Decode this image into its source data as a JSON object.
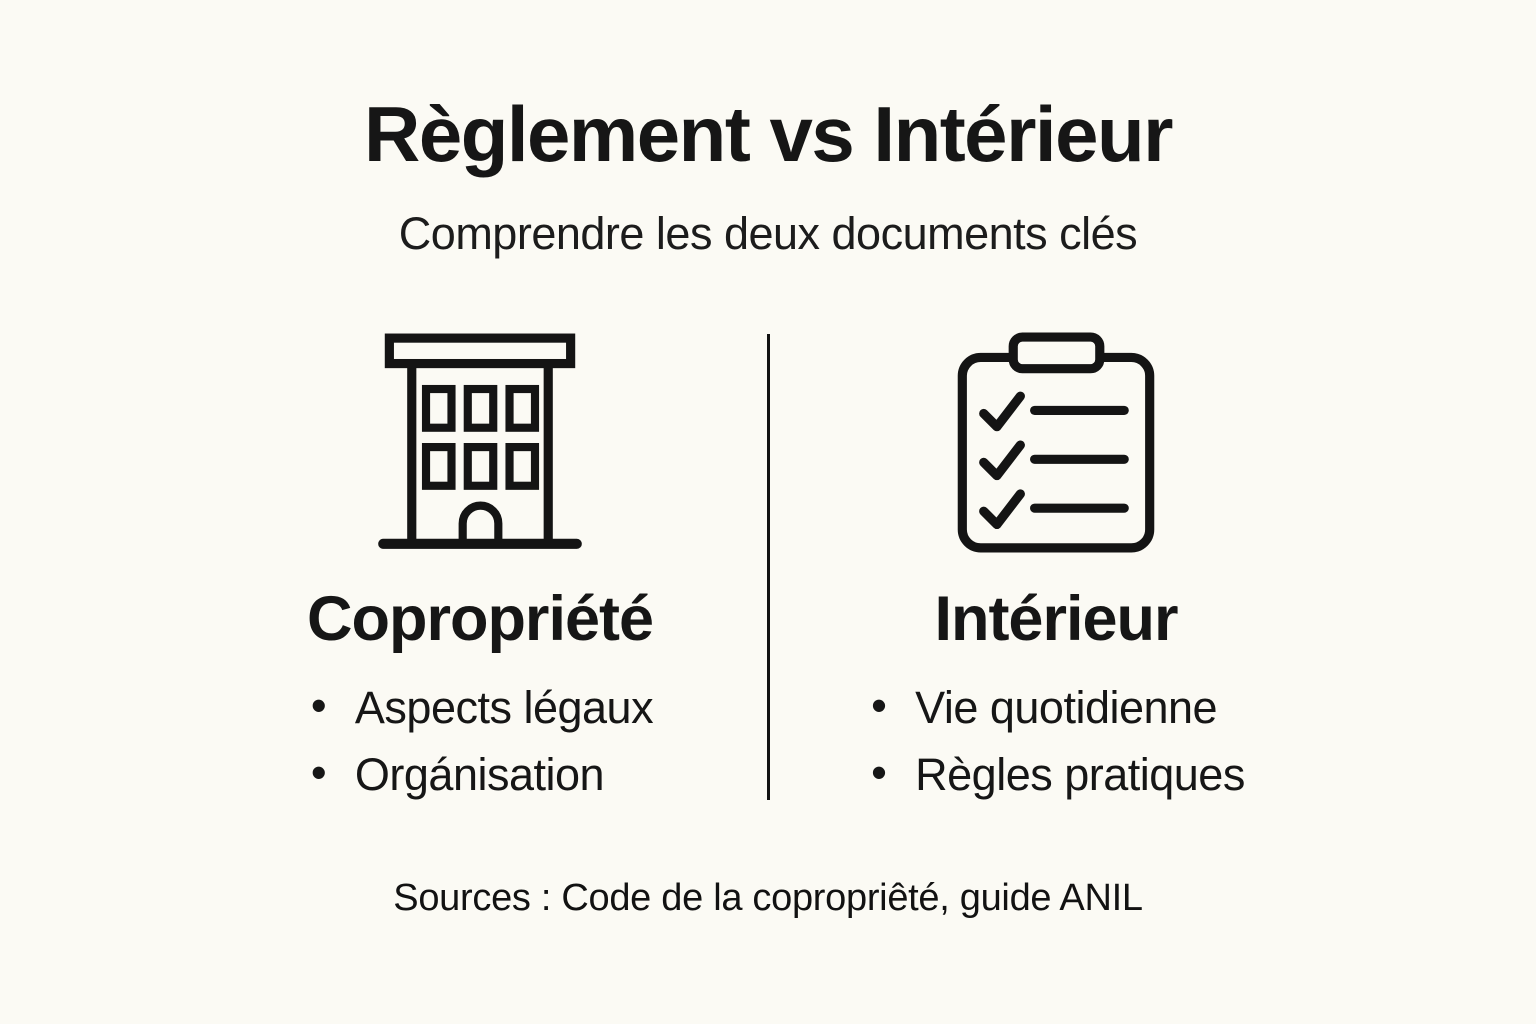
{
  "page": {
    "background_color": "#FBFAF4",
    "text_color": "#161616",
    "divider_color": "#121212"
  },
  "header": {
    "title": "Règlement vs Intérieur",
    "subtitle": "Comprendre les deux documents clés"
  },
  "columns": [
    {
      "icon": "building-icon",
      "heading": "Copropriété",
      "bullets": [
        "Aspects légaux",
        "Orgánisation"
      ]
    },
    {
      "icon": "clipboard-checklist-icon",
      "heading": "Intérieur",
      "bullets": [
        "Vie quotidienne",
        "Règles pratiques"
      ]
    }
  ],
  "footer": {
    "sources": "Sources : Code de la copropriêté, guide ANIL"
  }
}
